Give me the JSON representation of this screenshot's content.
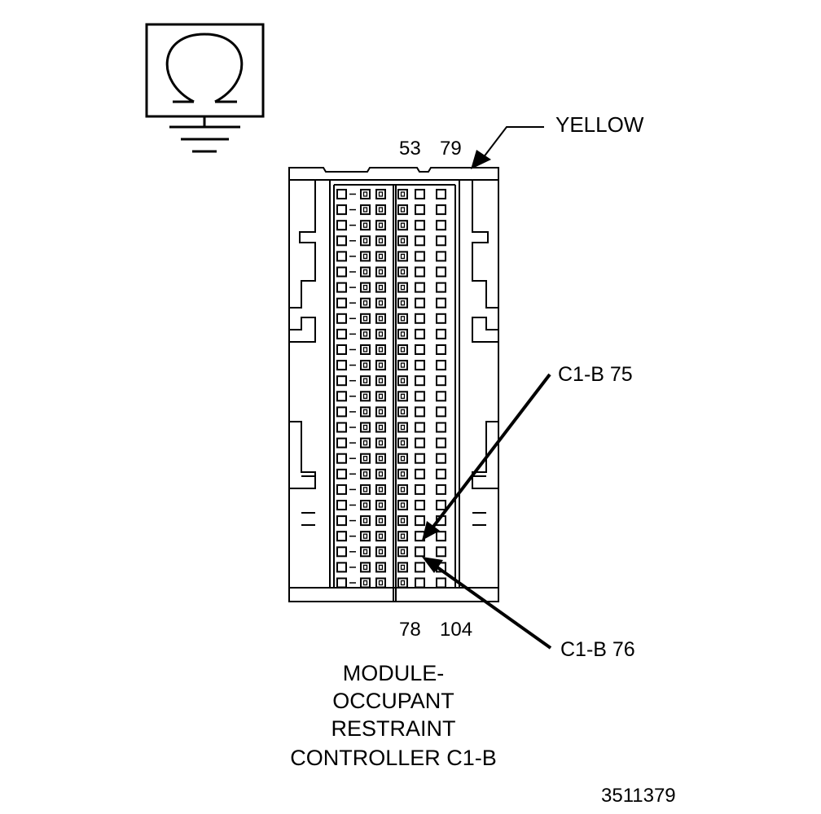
{
  "symbol": {
    "icon": "ohmmeter-ground-icon",
    "glyph": "Ω"
  },
  "labels": {
    "color": "YELLOW",
    "top_left_pin": "53",
    "top_right_pin": "79",
    "bottom_left_pin": "78",
    "bottom_right_pin": "104",
    "pin_75": "C1-B 75",
    "pin_76": "C1-B 76"
  },
  "title_lines": [
    "MODULE-",
    "OCCUPANT",
    "RESTRAINT",
    "CONTROLLER C1-B"
  ],
  "figure_number": "3511379",
  "connector": {
    "rows": 26,
    "columns_left_block": 3,
    "columns_right_block": 3
  },
  "colors": {
    "ink": "#000000",
    "background": "#ffffff"
  }
}
